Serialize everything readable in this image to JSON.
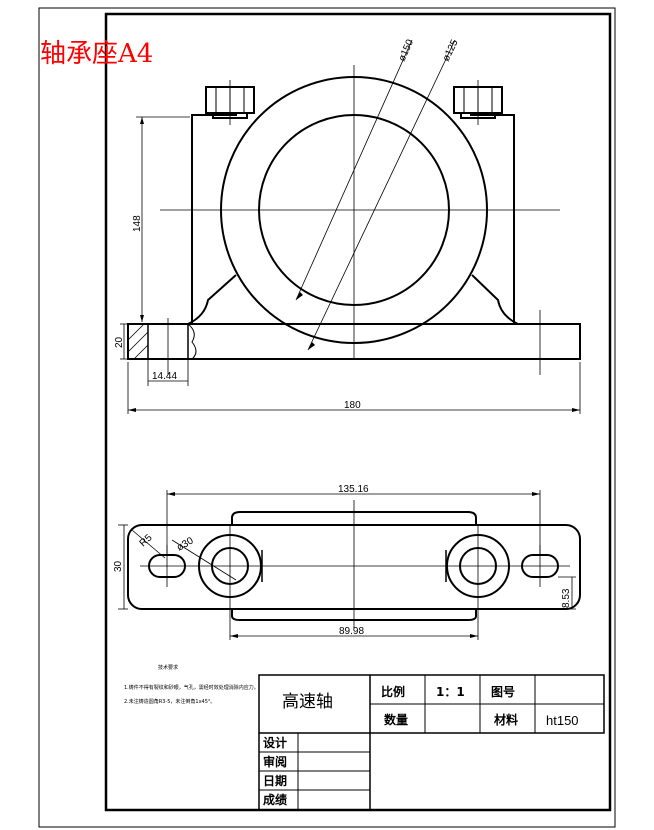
{
  "drawing_title": "轴承座A4",
  "top_view": {
    "dimensions": {
      "outer_diameter": "ø150",
      "bore_diameter": "ø125",
      "height": "148",
      "base_height": "20",
      "slot_offset": "14.44",
      "overall_length": "180"
    }
  },
  "bottom_view": {
    "dimensions": {
      "slot_span": "135.16",
      "corner_radius": "R5",
      "bolt_diameter": "ø30",
      "width": "30",
      "slot_width": "8.53",
      "bolt_span": "89.98"
    }
  },
  "tech_notes": {
    "heading": "技术要求",
    "line1": "1.铸件不得有裂纹和砂眼，气孔，需经时效处理消除内应力。",
    "line2": "2.未注铸造圆角R3-5，未注倒角1x45°。"
  },
  "title_block": {
    "part_name": "高速轴",
    "scale_label": "比例",
    "scale_value": "1：1",
    "drawing_no_label": "图号",
    "drawing_no_value": "",
    "quantity_label": "数量",
    "quantity_value": "",
    "material_label": "材料",
    "material_value": "ht150",
    "design_label": "设计",
    "review_label": "审阅",
    "date_label": "日期",
    "grade_label": "成绩"
  }
}
